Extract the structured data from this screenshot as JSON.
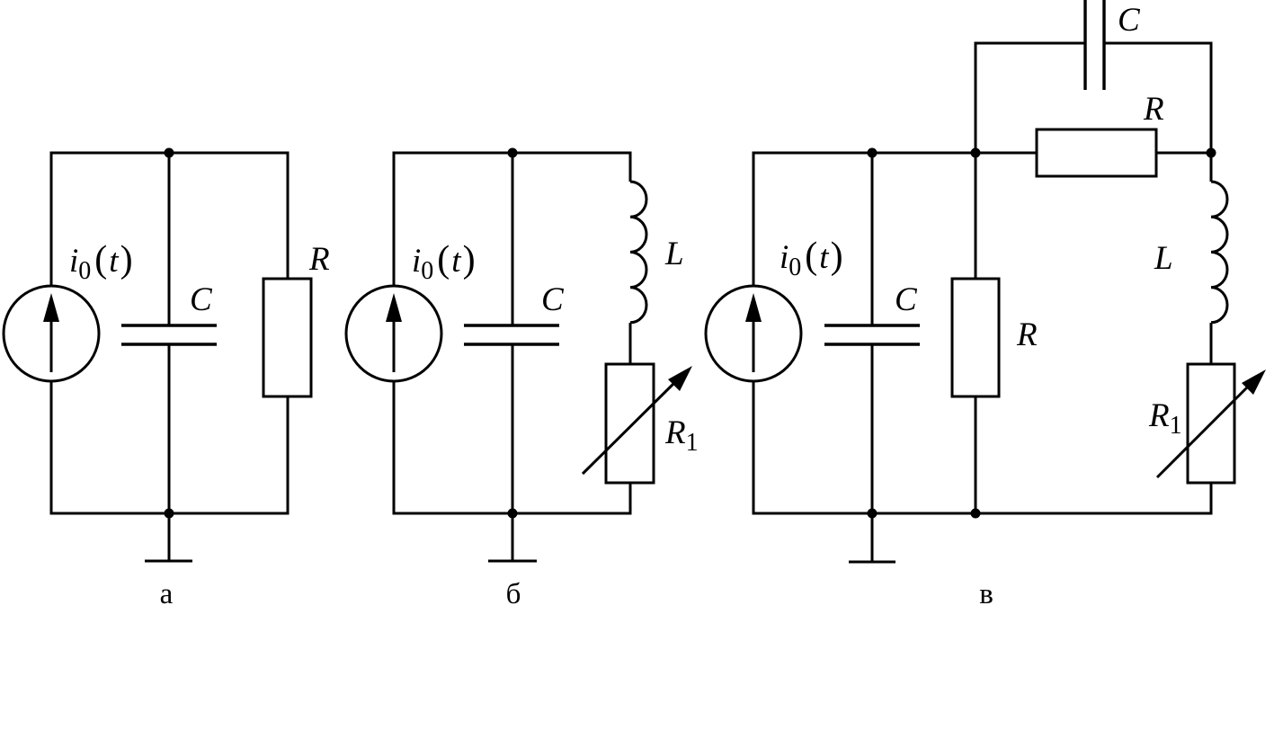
{
  "circuit_a": {
    "caption": "а",
    "source": {
      "symbol": "i",
      "index": "0",
      "open": "(",
      "arg": "t",
      "close": ")"
    },
    "capacitor": "C",
    "resistor": "R"
  },
  "circuit_b": {
    "caption": "б",
    "source": {
      "symbol": "i",
      "index": "0",
      "open": "(",
      "arg": "t",
      "close": ")"
    },
    "capacitor": "C",
    "inductor": "L",
    "variable_resistor": {
      "symbol": "R",
      "index": "1"
    }
  },
  "circuit_c": {
    "caption": "в",
    "source": {
      "symbol": "i",
      "index": "0",
      "open": "(",
      "arg": "t",
      "close": ")"
    },
    "capacitor": "C",
    "shunt_resistor": "R",
    "series_capacitor": "C",
    "series_resistor": "R",
    "inductor": "L",
    "variable_resistor": {
      "symbol": "R",
      "index": "1"
    }
  }
}
